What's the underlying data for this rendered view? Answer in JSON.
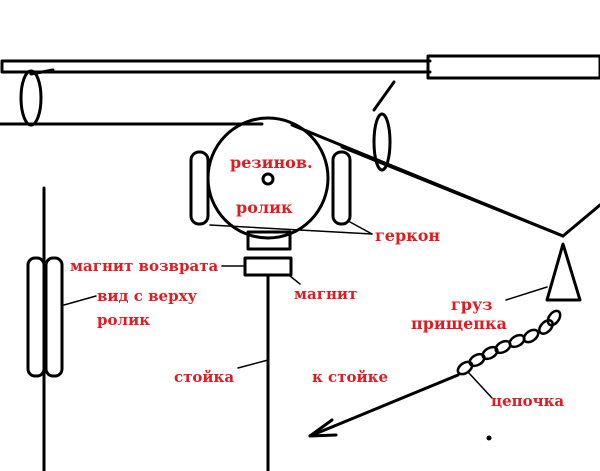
{
  "labels": {
    "rubber_line1": "резинов.",
    "rubber_line2": "ролик",
    "reed_switch": "геркон",
    "return_magnet": "магнит возврата",
    "top_view_line1": "вид с верху",
    "top_view_line2": "ролик",
    "magnet": "магнит",
    "post": "стойка",
    "to_post": "к стойке",
    "weight": "груз",
    "clothespin": "прищепка",
    "chain": "цепочка"
  },
  "colors": {
    "line": "#000000",
    "label": "#e11b22",
    "background": "#ffffff"
  }
}
